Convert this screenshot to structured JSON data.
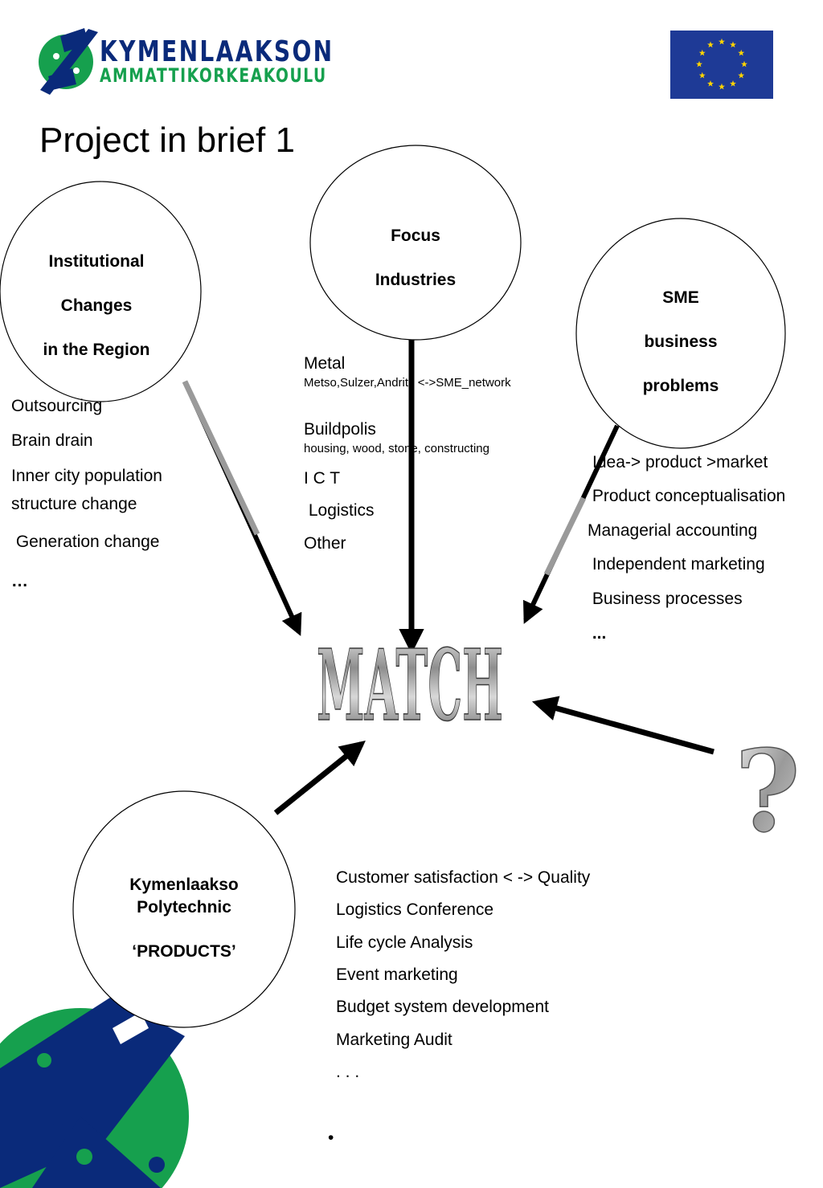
{
  "logo": {
    "line1": "KYMENLAAKSON",
    "line2": "AMMATTIKORKEAKOULU"
  },
  "title": "Project in brief 1",
  "circles": {
    "institutional": [
      "Institutional",
      "Changes",
      "in the Region"
    ],
    "focus": [
      "Focus",
      "Industries"
    ],
    "sme": [
      "SME",
      "business",
      "problems"
    ],
    "polytechnic": [
      "Kymenlaakso",
      "Polytechnic",
      "‘PRODUCTS’"
    ]
  },
  "institutional_items": [
    "Outsourcing",
    "Brain drain",
    "Inner city population",
    "structure change",
    " Generation change",
    "…"
  ],
  "focus_items": {
    "metal": "Metal",
    "metal_detail": "Metso,Sulzer,Andritz <->SME_network",
    "buildpolis": "Buildpolis",
    "buildpolis_detail": "housing, wood, stone, constructing",
    "ict": "I C T",
    "logistics": " Logistics",
    "other": "Other"
  },
  "sme_items": [
    "Idea-> product >market",
    " Product conceptualisation",
    "Managerial accounting",
    " Independent marketing",
    " Business processes",
    " ..."
  ],
  "center_word": "MATCH",
  "question_mark": "?",
  "product_items": [
    "Customer satisfaction < -> Quality",
    "Logistics Conference",
    "Life cycle Analysis",
    "Event marketing",
    "Budget system development",
    "Marketing Audit",
    ". . ."
  ],
  "bullet": "•",
  "colors": {
    "navy": "#0a2a7a",
    "green": "#16a04e",
    "eu_blue": "#1e3a96",
    "eu_star": "#ffd400"
  }
}
